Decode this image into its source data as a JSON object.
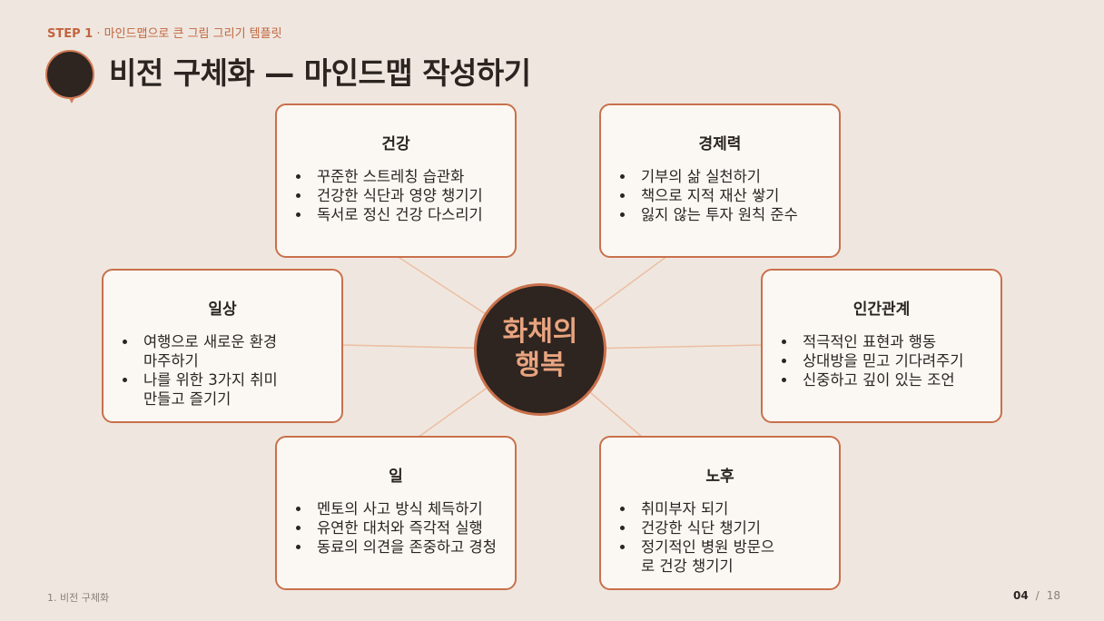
{
  "header": {
    "step_label": "STEP 1",
    "step_rest": " · 마인드맵으로 큰 그림 그리기 템플릿",
    "title": "비전 구체화 — 마인드맵 작성하기"
  },
  "center": {
    "line1": "화채의",
    "line2": "행복"
  },
  "cards": {
    "health": {
      "title": "건강",
      "items": [
        "꾸준한 스트레칭 습관화",
        "건강한 식단과 영양 챙기기",
        "독서로 정신 건강 다스리기"
      ]
    },
    "economy": {
      "title": "경제력",
      "items": [
        "기부의 삶 실천하기",
        "책으로 지적 재산 쌓기",
        "잃지 않는 투자 원칙 준수"
      ]
    },
    "daily": {
      "title": "일상",
      "items": [
        "여행으로 새로운 환경 마주하기",
        "나를 위한 3가지 취미 만들고 즐기기"
      ]
    },
    "relations": {
      "title": "인간관계",
      "items": [
        "적극적인 표현과 행동",
        "상대방을 믿고 기다려주기",
        "신중하고 깊이 있는 조언"
      ]
    },
    "work": {
      "title": "일",
      "items": [
        "멘토의 사고 방식 체득하기",
        "유연한 대처와 즉각적 실행",
        "동료의 의견을 존중하고 경청"
      ]
    },
    "retirement": {
      "title": "노후",
      "items": [
        "취미부자 되기",
        "건강한 식단 챙기기",
        "정기적인 병원 방문으로 건강 챙기기"
      ]
    }
  },
  "footer": {
    "section": "1. 비전 구체화",
    "page_current": "04",
    "page_sep": "/",
    "page_total": "18"
  },
  "colors": {
    "background": "#efe7df",
    "accent": "#c9704b",
    "dark": "#2e2420",
    "connector": "#ecc0a6"
  }
}
